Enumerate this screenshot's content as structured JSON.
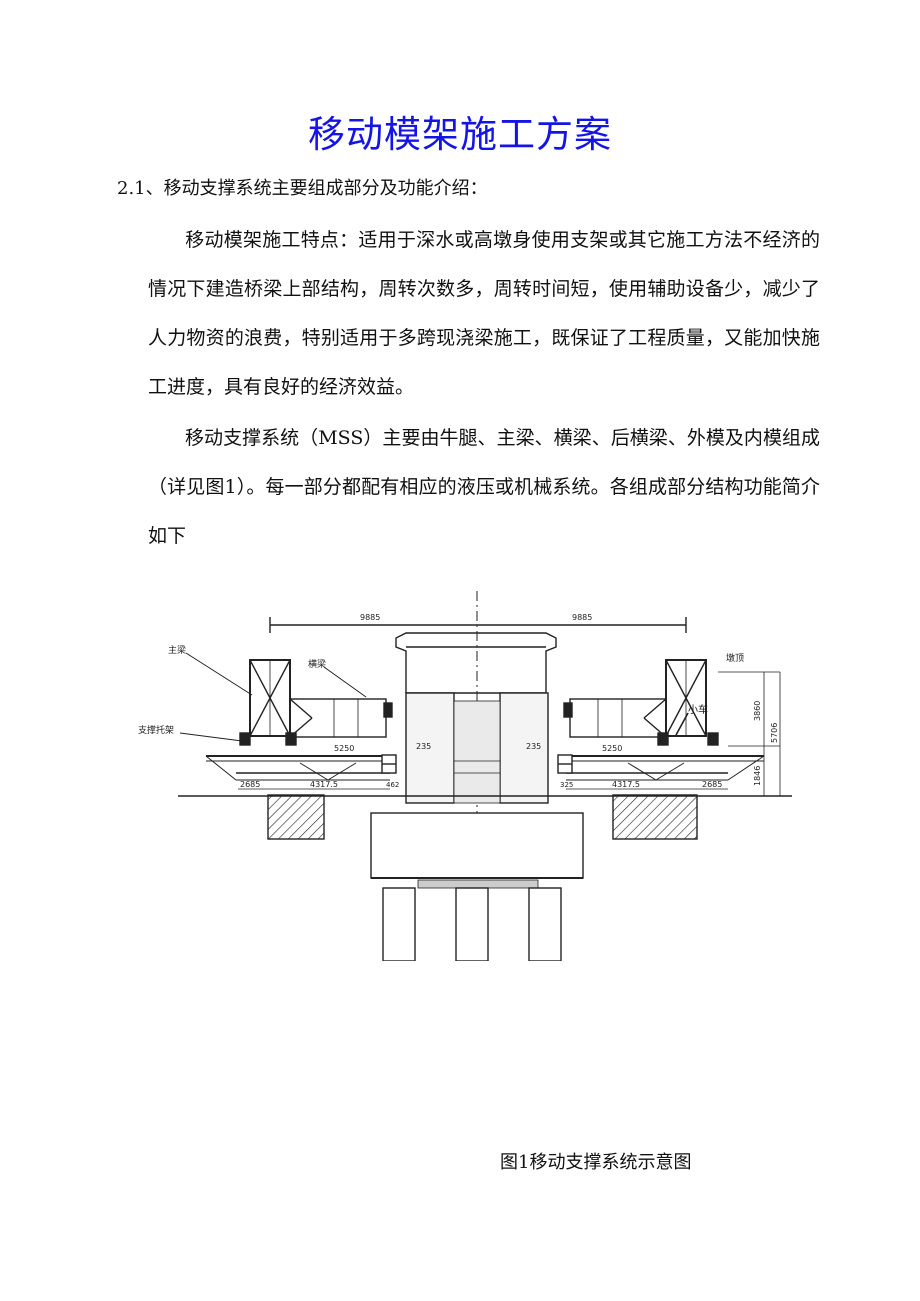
{
  "document": {
    "title": "移动模架施工方案",
    "section_heading": "2.1、移动支撑系统主要组成部分及功能介绍：",
    "paragraph_1": "移动模架施工特点：适用于深水或高墩身使用支架或其它施工方法不经济的情况下建造桥梁上部结构，周转次数多，周转时间短，使用辅助设备少，减少了人力物资的浪费，特别适用于多跨现浇梁施工，既保证了工程质量，又能加快施工进度，具有良好的经济效益。",
    "paragraph_2": "移动支撑系统（MSS）主要由牛腿、主梁、横梁、后横梁、外模及内模组成（详见图1）。每一部分都配有相应的液压或机械系统。各组成部分结构功能简介如下",
    "figure_caption": "图1移动支撑系统示意图"
  },
  "figure": {
    "labels": {
      "main_beam": "主梁",
      "cross_beam": "横梁",
      "support_bracket": "支撑托架",
      "pier_top": "墩顶",
      "trolley": "小车"
    },
    "dimensions": {
      "span_left": "9885",
      "span_right": "9885",
      "beam_left": "5250",
      "beam_right": "5250",
      "gap_left": "235",
      "gap_right": "235",
      "offset_left": "2685",
      "offset_right": "2685",
      "len_left": "4317.5",
      "len_right": "4317.5",
      "small_left": "462",
      "small_right": "325",
      "height_upper": "3860",
      "height_total": "5706",
      "height_lower": "1846"
    }
  }
}
